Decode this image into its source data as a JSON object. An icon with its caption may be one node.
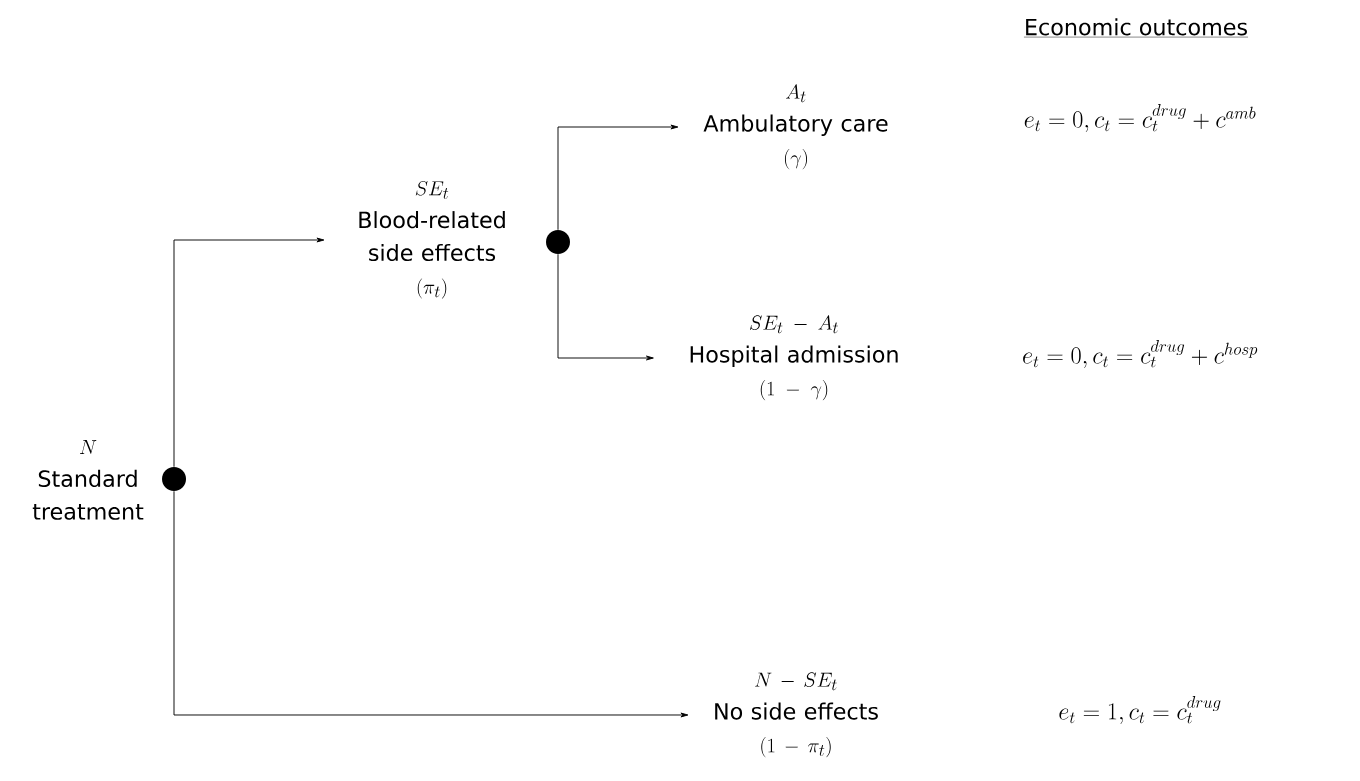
{
  "diagram": {
    "nodes": [
      {
        "text": [
          "N",
          "Standard treatment"
        ]
      },
      {
        "text": [],
        "shape": "circle"
      },
      {
        "text": [
          "SE_t",
          "Blood-related side effects",
          "(\\pi_t)"
        ]
      },
      {
        "text": [],
        "shape": "circle"
      },
      {
        "text": [
          "A_t",
          "Ambulatory care",
          "(\\gamma)"
        ]
      },
      {
        "text": [
          "SE_t-A_t",
          "Hospital admission",
          "(1-\\gamma)"
        ]
      },
      {
        "text": [
          "N-SE_t",
          "No side effects",
          "(1-\\pi_t)"
        ]
      }
    ],
    "edges": [
      {
        "from": 1,
        "to": 2,
        "arrow": "to"
      },
      {
        "from": 1,
        "to": 6,
        "arrow": "to"
      },
      {
        "from": 3,
        "to": 4,
        "arrow": "to"
      },
      {
        "from": 3,
        "to": 5,
        "arrow": "to"
      }
    ],
    "labels": [
      "Economic outcomes",
      "e_t=0, c_t=c_t^{drug}+c^{amb}",
      "e_t=0, c_t=c_t^{drug}+c^{hosp}",
      "e_t=1, c_t=c_t^{drug}"
    ]
  }
}
